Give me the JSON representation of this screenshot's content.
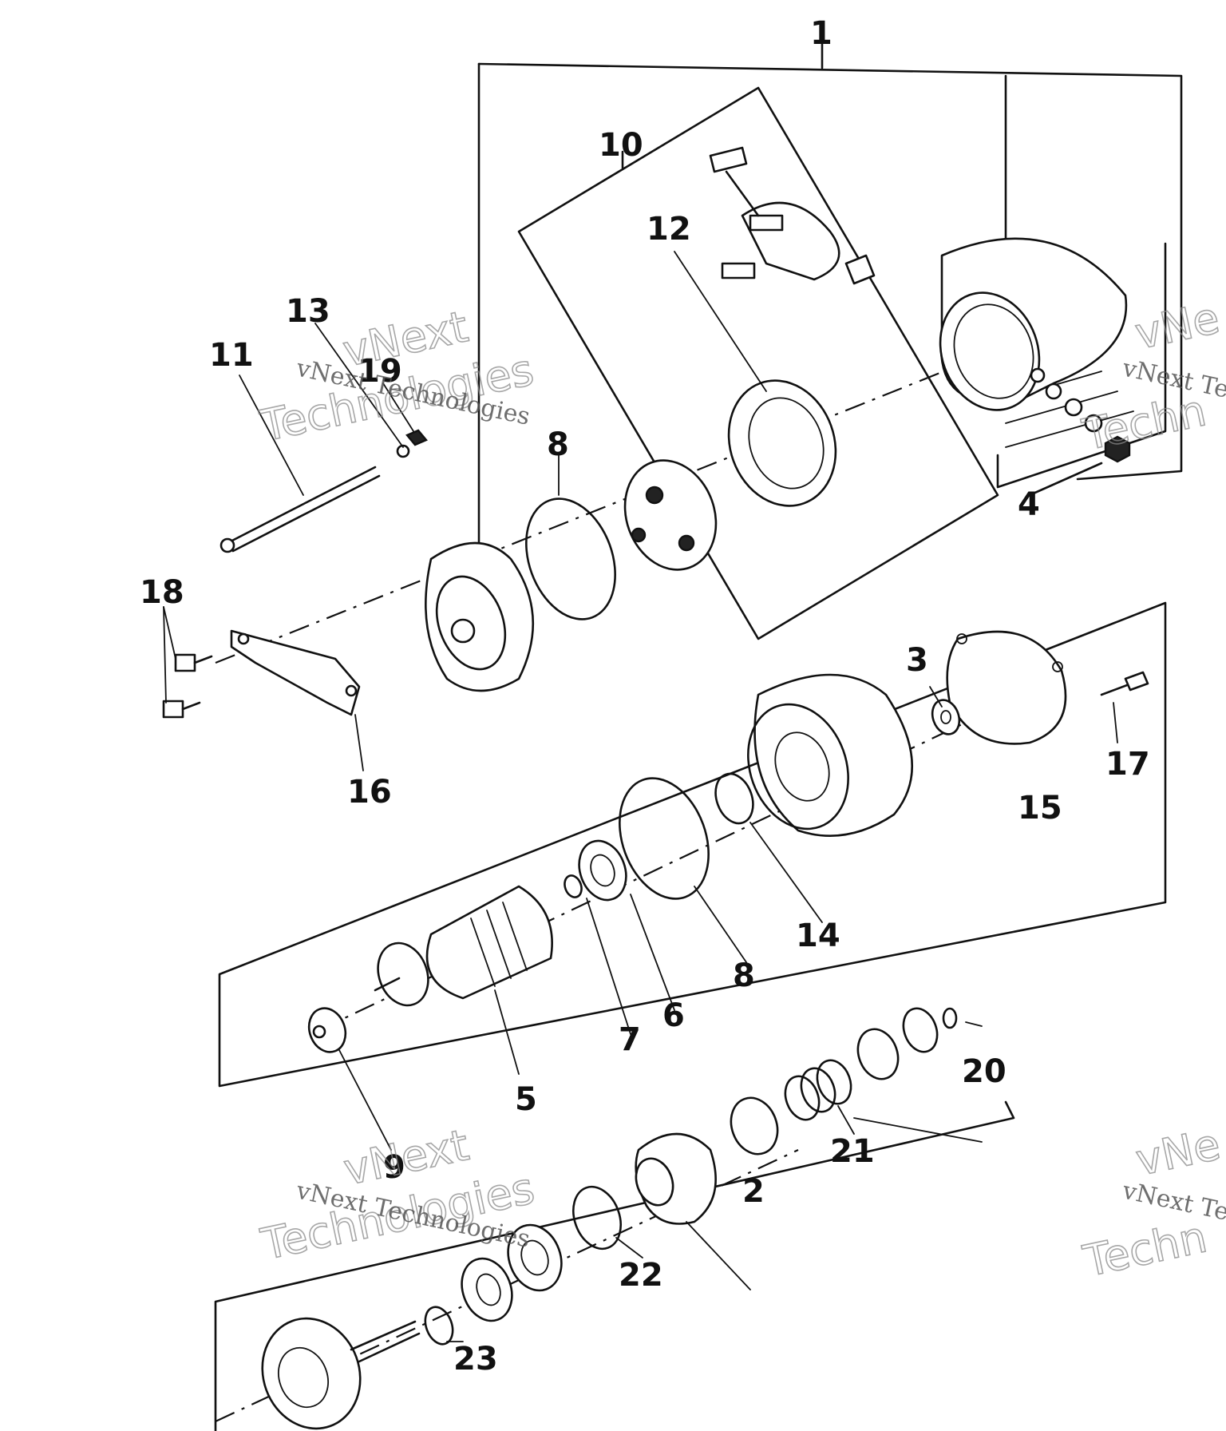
{
  "callouts": {
    "c1": "1",
    "c2": "2",
    "c3": "3",
    "c4": "4",
    "c5": "5",
    "c6": "6",
    "c7": "7",
    "c8a": "8",
    "c8b": "8",
    "c9": "9",
    "c10": "10",
    "c11": "11",
    "c12": "12",
    "c13": "13",
    "c14": "14",
    "c15": "15",
    "c16": "16",
    "c17": "17",
    "c18": "18",
    "c19": "19",
    "c20": "20",
    "c21": "21",
    "c22": "22",
    "c23": "23"
  },
  "watermark": {
    "line_small": "vNext Technologies",
    "line_big_top": "vNext",
    "line_big_bottom": "Technologies",
    "edge_small": "vNext Te",
    "edge_big_top": "vNe",
    "edge_big_bottom": "Techn"
  }
}
